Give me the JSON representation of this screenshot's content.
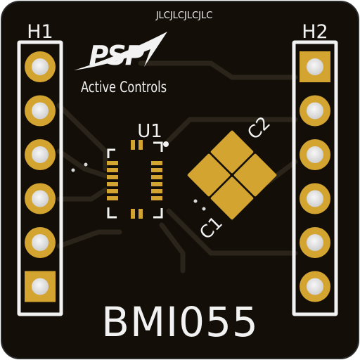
{
  "board": {
    "fab_text": "JLCJLCJLCJLC",
    "title": "BMI055",
    "logo": {
      "mark": "PSP",
      "subtitle": "Active Controls"
    },
    "colors": {
      "soldermask": "#130f08",
      "copper_trace": "#2a241b",
      "pad_gold": "#d4a431",
      "pad_hole": "#e9e9e9",
      "silkscreen": "#f2f2f2"
    }
  },
  "headers": [
    {
      "ref": "H1",
      "pins": 6
    },
    {
      "ref": "H2",
      "pins": 6
    }
  ],
  "components": {
    "u1": {
      "ref": "U1"
    },
    "c1": {
      "ref": "C1"
    },
    "c2": {
      "ref": "C2"
    }
  }
}
